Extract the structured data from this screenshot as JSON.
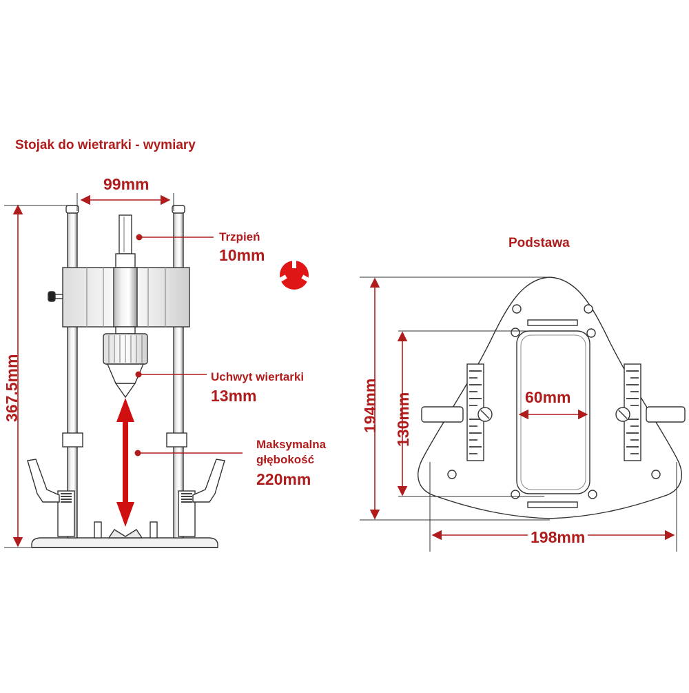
{
  "title": "Stojak do wietrarki - wymiary",
  "base_title": "Podstawa",
  "stand": {
    "width_label": "99mm",
    "height_label": "367.5mm",
    "shank_label": "Trzpień",
    "shank_value": "10mm",
    "chuck_label": "Uchwyt wiertarki",
    "chuck_value": "13mm",
    "depth_label_1": "Maksymalna",
    "depth_label_2": "głębokość",
    "depth_value": "220mm"
  },
  "base": {
    "height_outer_label": "194mm",
    "height_inner_label": "130mm",
    "slot_width_label": "60mm",
    "width_label": "198mm"
  },
  "colors": {
    "accent": "#b01c1c",
    "line": "#333333",
    "fill": "#ffffff"
  }
}
